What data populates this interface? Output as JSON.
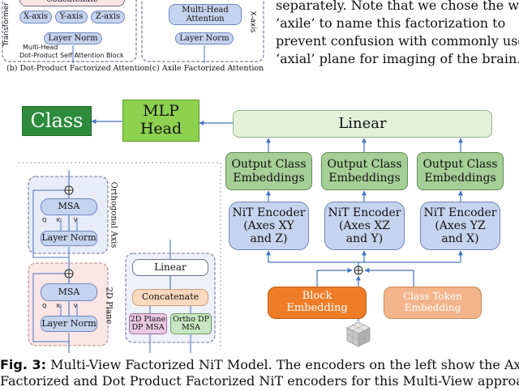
{
  "top_fragment": {
    "sub_b": {
      "vertical_label": "Transformer B",
      "concatenate": "Concatenate",
      "x_axis": "X-axis",
      "y_axis": "Y-axis",
      "z_axis": "Z-axis",
      "layer_norm": "Layer Norm",
      "multi_head": "Multi-Head",
      "block_label": "Dot-Product Self Attention Block",
      "caption": "(b) Dot-Product Factorized Attention"
    },
    "sub_c": {
      "mha_line1": "Multi-Head",
      "mha_line2": "Attention",
      "layer_norm": "Layer Norm",
      "vertical_label": "X-axis",
      "caption": "(c) Axile Factorized Attention"
    },
    "paragraph_lines": [
      "separately. Note that we chose the word",
      "‘axile’ to name this factorization to",
      "prevent confusion with commonly used",
      "‘axial’ plane for imaging of the brain."
    ]
  },
  "figure": {
    "class_label": "Class",
    "mlp_head_line1": "MLP",
    "mlp_head_line2": "Head",
    "linear_label": "Linear",
    "output_embeddings": [
      {
        "line1": "Output Class",
        "line2": "Embeddings"
      },
      {
        "line1": "Output Class",
        "line2": "Embeddings"
      },
      {
        "line1": "Output Class",
        "line2": "Embeddings"
      }
    ],
    "encoders": [
      {
        "line1": "NiT Encoder",
        "line2": "(Axes XY",
        "line3": "and Z)"
      },
      {
        "line1": "NiT Encoder",
        "line2": "(Axes XZ",
        "line3": "and Y)"
      },
      {
        "line1": "NiT Encoder",
        "line2": "(Axes YZ",
        "line3": "and X)"
      }
    ],
    "block_embedding_line1": "Block",
    "block_embedding_line2": "Embedding",
    "class_token_line1": "Class Token",
    "class_token_line2": "Embedding",
    "plus_symbol": "⊕",
    "axile_encoder": {
      "orthogonal_axis_label": "Orthogonal Axis",
      "plane_label": "2D Plane",
      "msa": "MSA",
      "layer_norm": "Layer Norm",
      "qkv": [
        "Q",
        "K",
        "V"
      ]
    },
    "dp_encoder": {
      "linear": "Linear",
      "concatenate": "Concatenate",
      "plane_msa_line1": "2D Plane",
      "plane_msa_line2": "DP MSA",
      "ortho_msa_line1": "Ortho DP",
      "ortho_msa_line2": "MSA"
    }
  },
  "caption": {
    "label": "Fig. 3:",
    "line1": " Multi-View Factorized NiT Model. The encoders on the left show the Axile",
    "line2": "Factorized and Dot Product Factorized NiT encoders for this Multi-View approach."
  },
  "colors": {
    "class_green": "#2e8b3c",
    "mlp_green": "#8ed14e",
    "linear_fill": "#e4f0da",
    "output_green": "#a6cf97",
    "encoder_blue": "#c5d3ee",
    "block_orange": "#ef7d28",
    "class_token_peach": "#f2b48a",
    "arrow_blue": "#4472c4"
  }
}
